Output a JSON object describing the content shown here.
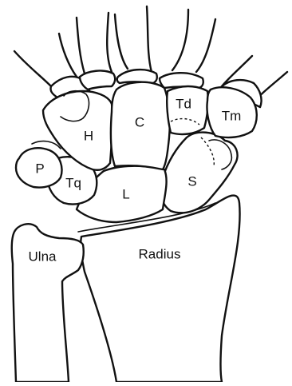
{
  "labels": {
    "hamate": "H",
    "capitate": "C",
    "trapezoid": "Td",
    "trapezium": "Tm",
    "pisiform": "P",
    "triquetrum": "Tq",
    "lunate": "L",
    "scaphoid": "S",
    "ulna": "Ulna",
    "radius": "Radius"
  }
}
